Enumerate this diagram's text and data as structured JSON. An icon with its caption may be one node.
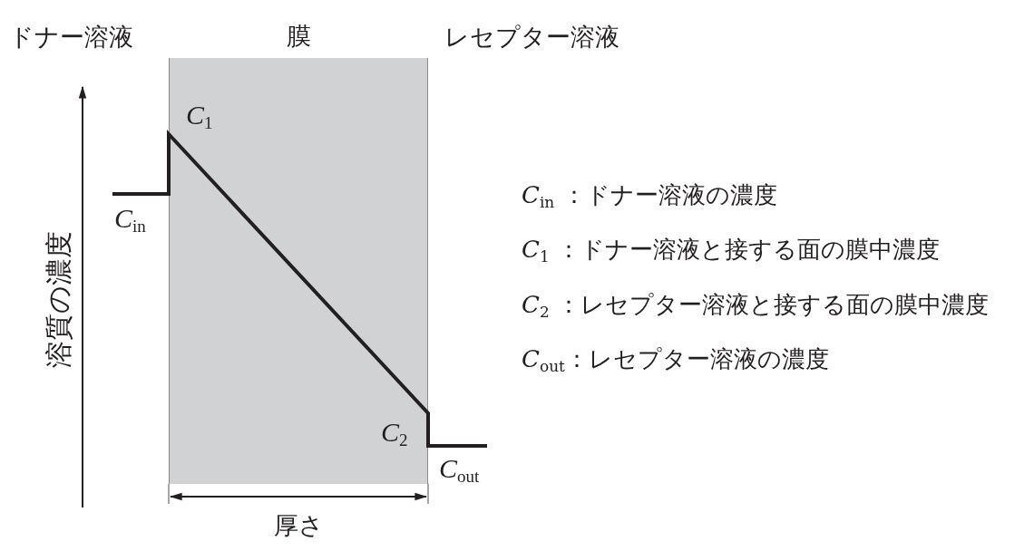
{
  "diagram": {
    "nodes": [
      {
        "text": [
          "膜"
        ]
      }
    ],
    "labels": [
      "ドナー溶液",
      "レセプター溶液",
      "*C*$_{1}$",
      "*C*$_{in}$",
      "溶質の濃度",
      "*C*$_{2}$",
      "*C*$_{out}$",
      "厚さ",
      "*C*$_{in}$ ：ドナー溶液の濃度",
      "*C*$_{1}$ ：ドナー溶液と接する面の膜中濃度",
      "*C*$_{2}$ ：レセプター溶液と接する面の膜中濃度",
      "*C*$_{out}$：レセプター溶液の濃度"
    ]
  }
}
